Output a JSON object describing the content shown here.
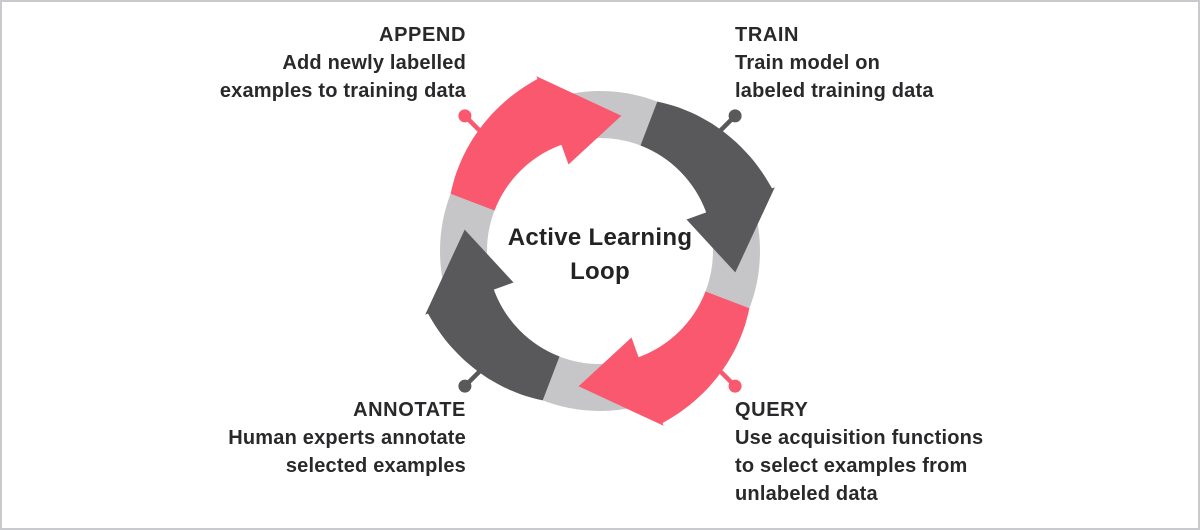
{
  "diagram": {
    "title_lines": [
      "Active Learning",
      "Loop"
    ],
    "stages": [
      {
        "id": "append",
        "label": "APPEND",
        "color": "#F9586F",
        "lines": [
          "Add newly labelled",
          "examples to training data"
        ]
      },
      {
        "id": "train",
        "label": "TRAIN",
        "color": "#59595B",
        "lines": [
          "Train model on",
          "labeled training data"
        ]
      },
      {
        "id": "query",
        "label": "QUERY",
        "color": "#F9586F",
        "lines": [
          "Use acquisition functions",
          "to select examples from",
          "unlabeled data"
        ]
      },
      {
        "id": "annotate",
        "label": "ANNOTATE",
        "color": "#59595B",
        "lines": [
          "Human experts annotate",
          "selected examples"
        ]
      }
    ],
    "colors": {
      "ring_gray": "#C6C6C8",
      "pink": "#F9586F",
      "dark_gray": "#59595B",
      "text": "#29292B",
      "background": "#FFFFFF",
      "border": "#C9CACD"
    }
  }
}
